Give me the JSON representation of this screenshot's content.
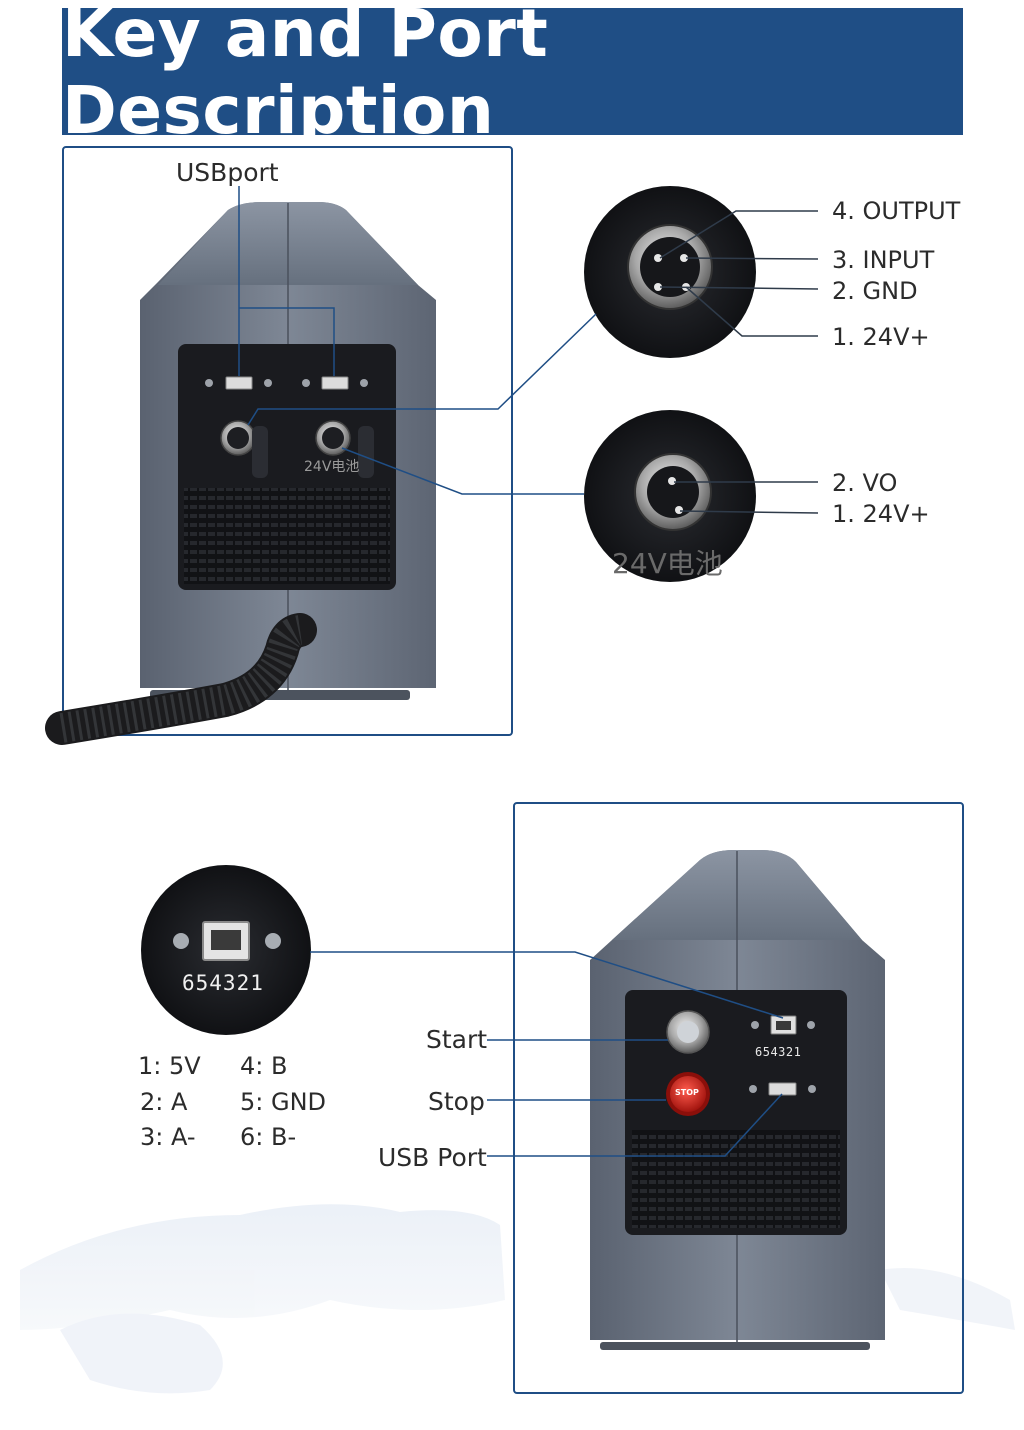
{
  "header": {
    "title": "Key and Port Description"
  },
  "top_panel": {
    "usb_label": "USBport",
    "silkscreen": "24V电池",
    "aviation_4pin": [
      "4. OUTPUT",
      "3. INPUT",
      "2. GND",
      "1. 24V+"
    ],
    "aviation_2pin": [
      "2. VO",
      "1. 24V+"
    ],
    "zoom_silkscreen": "24V电池"
  },
  "bottom_panel": {
    "rj_code": "654321",
    "rj_code_small": "654321",
    "pinout_left": [
      "1: 5V",
      "2: A",
      "3: A-"
    ],
    "pinout_right": [
      "4: B",
      "5: GND",
      "6: B-"
    ],
    "callouts": {
      "start": "Start",
      "stop": "Stop",
      "usb": "USB Port"
    },
    "stop_button_text": "STOP"
  },
  "colors": {
    "brand_blue": "#1f4e85",
    "housing": "#6d7684",
    "panel": "#1c1d21",
    "stop_red": "#d32f2f"
  }
}
